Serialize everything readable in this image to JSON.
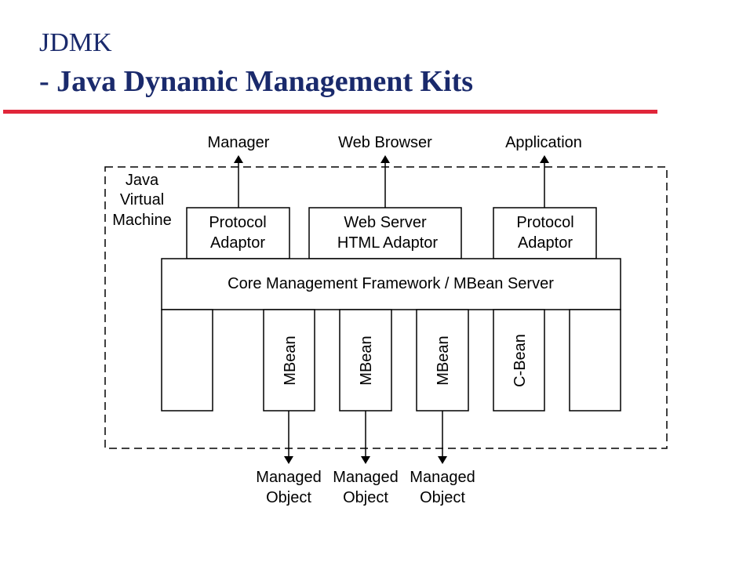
{
  "header": {
    "title_line1": "JDMK",
    "title_line2": "- Java Dynamic Management Kits"
  },
  "diagram": {
    "top_targets": [
      "Manager",
      "Web Browser",
      "Application"
    ],
    "jvm_label": [
      "Java",
      "Virtual",
      "Machine"
    ],
    "adaptors": [
      [
        "Protocol",
        "Adaptor"
      ],
      [
        "Web Server",
        "HTML Adaptor"
      ],
      [
        "Protocol",
        "Adaptor"
      ]
    ],
    "core": "Core Management Framework / MBean Server",
    "beans": [
      "",
      "MBean",
      "MBean",
      "MBean",
      "C-Bean",
      ""
    ],
    "managed_objects": [
      [
        "Managed",
        "Object"
      ],
      [
        "Managed",
        "Object"
      ],
      [
        "Managed",
        "Object"
      ]
    ]
  }
}
